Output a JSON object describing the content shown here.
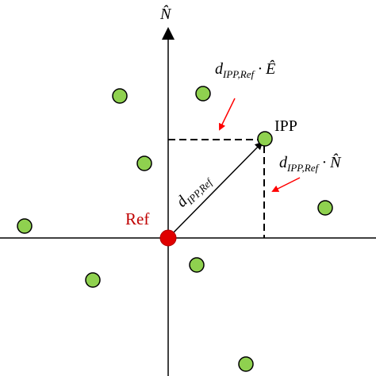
{
  "labels": {
    "north_axis": "N̂",
    "ref": "Ref",
    "ipp": "IPP",
    "vector_d": "d",
    "vector_sub": "IPP,Ref",
    "east_component_d": "d",
    "east_component_sub": "IPP,Ref",
    "east_component_rest": " · Ê",
    "north_component_d": "d",
    "north_component_sub": "IPP,Ref",
    "north_component_rest": " · N̂"
  },
  "colors": {
    "point_fill": "#8fd14f",
    "point_stroke": "#000000",
    "ref_fill": "#e00000",
    "ref_text": "#c00000",
    "annotation_arrow": "#ff0000",
    "axis": "#000000"
  }
}
